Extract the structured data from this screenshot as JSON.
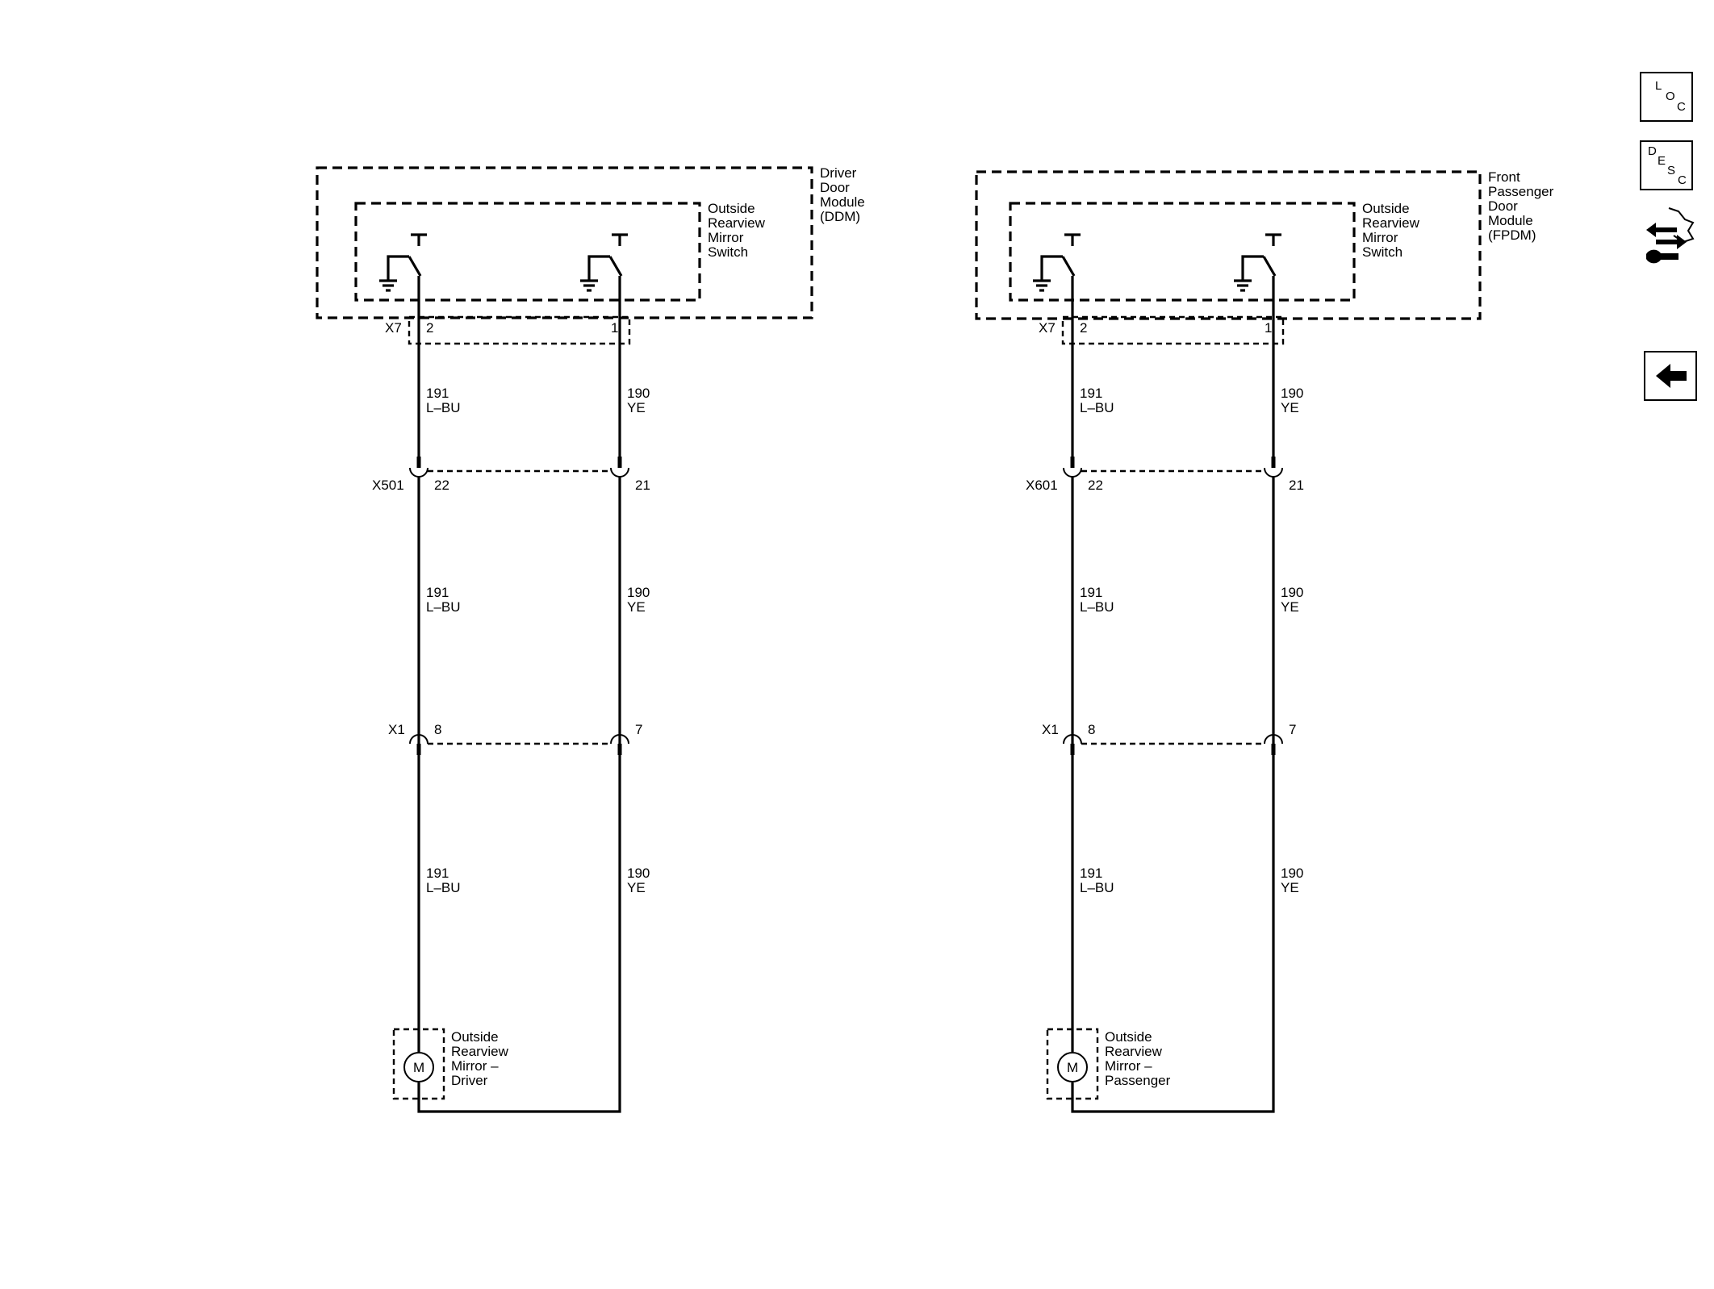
{
  "nav": {
    "loc_letters": [
      "L",
      "O",
      "C"
    ],
    "desc_letters": [
      "D",
      "E",
      "S",
      "C"
    ],
    "icons": [
      "loc-icon",
      "desc-icon",
      "connector-diagnostic-icon",
      "back-arrow-icon"
    ]
  },
  "driver": {
    "module_label": [
      "Driver",
      "Door",
      "Module",
      "(DDM)"
    ],
    "switch_label": [
      "Outside",
      "Rearview",
      "Mirror",
      "Switch"
    ],
    "conn_top": "X7",
    "pin_left_top": "2",
    "pin_right_top": "1",
    "wire1_left": [
      "191",
      "L–BU"
    ],
    "wire1_right": [
      "190",
      "YE"
    ],
    "conn_mid": "X501",
    "pin_left_mid": "22",
    "pin_right_mid": "21",
    "wire2_left": [
      "191",
      "L–BU"
    ],
    "wire2_right": [
      "190",
      "YE"
    ],
    "conn_low": "X1",
    "pin_left_low": "8",
    "pin_right_low": "7",
    "wire3_left": [
      "191",
      "L–BU"
    ],
    "wire3_right": [
      "190",
      "YE"
    ],
    "motor_letter": "M",
    "mirror_label": [
      "Outside",
      "Rearview",
      "Mirror –",
      "Driver"
    ]
  },
  "passenger": {
    "module_label": [
      "Front",
      "Passenger",
      "Door",
      "Module",
      "(FPDM)"
    ],
    "switch_label": [
      "Outside",
      "Rearview",
      "Mirror",
      "Switch"
    ],
    "conn_top": "X7",
    "pin_left_top": "2",
    "pin_right_top": "1",
    "wire1_left": [
      "191",
      "L–BU"
    ],
    "wire1_right": [
      "190",
      "YE"
    ],
    "conn_mid": "X601",
    "pin_left_mid": "22",
    "pin_right_mid": "21",
    "wire2_left": [
      "191",
      "L–BU"
    ],
    "wire2_right": [
      "190",
      "YE"
    ],
    "conn_low": "X1",
    "pin_left_low": "8",
    "pin_right_low": "7",
    "wire3_left": [
      "191",
      "L–BU"
    ],
    "wire3_right": [
      "190",
      "YE"
    ],
    "motor_letter": "M",
    "mirror_label": [
      "Outside",
      "Rearview",
      "Mirror –",
      "Passenger"
    ]
  }
}
